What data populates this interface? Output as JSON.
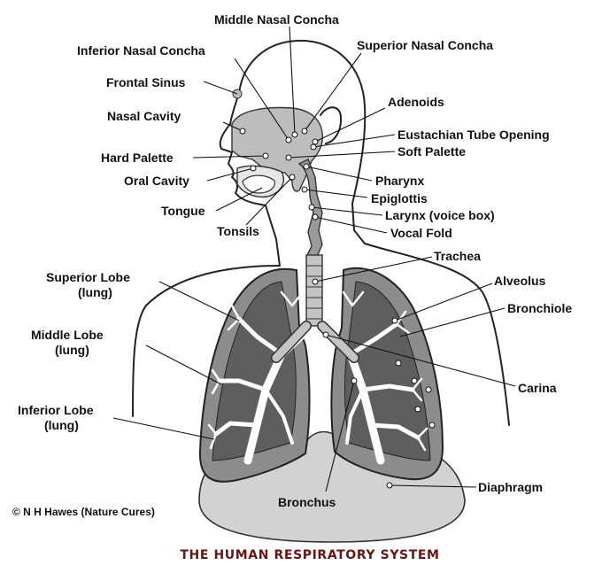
{
  "title": "THE HUMAN RESPIRATORY SYSTEM",
  "copyright": "© N H Hawes (Nature Cures)",
  "colors": {
    "title": "#6b1414",
    "lung_outer": "#8c8c8c",
    "lung_inner": "#5e5e5e",
    "airway": "#c4c4c4",
    "diaphragm": "#d2d2d2",
    "head_shade": "#bdbdbd"
  },
  "labels": {
    "middle_nasal_concha": "Middle Nasal Concha",
    "inferior_nasal_concha": "Inferior Nasal Concha",
    "superior_nasal_concha": "Superior Nasal Concha",
    "frontal_sinus": "Frontal Sinus",
    "adenoids": "Adenoids",
    "nasal_cavity": "Nasal Cavity",
    "eustachian_tube_opening": "Eustachian Tube Opening",
    "hard_palette": "Hard Palette",
    "soft_palette": "Soft Palette",
    "oral_cavity": "Oral Cavity",
    "pharynx": "Pharynx",
    "epiglottis": "Epiglottis",
    "tongue": "Tongue",
    "larynx": "Larynx (voice box)",
    "tonsils": "Tonsils",
    "vocal_fold": "Vocal Fold",
    "trachea": "Trachea",
    "superior_lobe_1": "Superior Lobe",
    "superior_lobe_2": "(lung)",
    "alveolus": "Alveolus",
    "bronchiole": "Bronchiole",
    "middle_lobe_1": "Middle Lobe",
    "middle_lobe_2": "(lung)",
    "carina": "Carina",
    "inferior_lobe_1": "Inferior Lobe",
    "inferior_lobe_2": "(lung)",
    "diaphragm": "Diaphragm",
    "bronchus": "Bronchus"
  }
}
